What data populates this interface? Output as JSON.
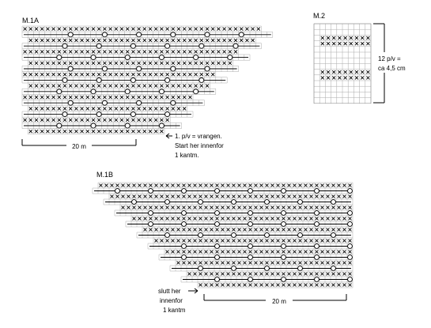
{
  "charts": {
    "m1a": {
      "title": "M.1A",
      "repeat_label": "20 m",
      "note_lines": [
        "1. p/v = vrangen.",
        "Start her innenfor",
        "1 kantm."
      ]
    },
    "m2": {
      "title": "M.2",
      "repeat_label_lines": [
        "12 p/v =",
        "ca 4,5 cm"
      ]
    },
    "m1b": {
      "title": "M.1B",
      "repeat_label": "20 m",
      "note_lines": [
        "slutt her",
        "innenfor",
        "1 kantm"
      ]
    }
  },
  "legend_symbols": {
    "cross": "x-stitch-icon",
    "circle": "yarn-over-icon",
    "bar": "decrease-bar-icon"
  }
}
